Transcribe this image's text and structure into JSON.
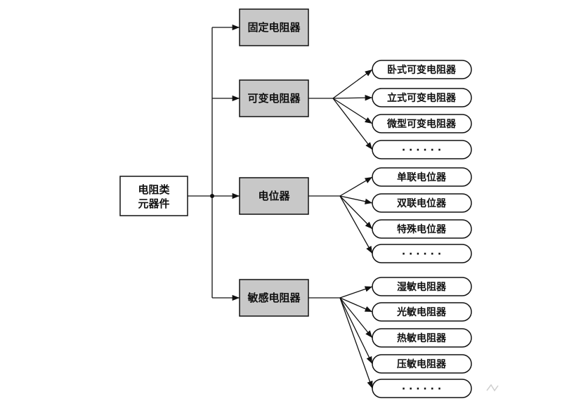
{
  "root": {
    "lines": [
      "电阻类",
      "元器件"
    ]
  },
  "categories": {
    "fixed": "固定电阻器",
    "variable": "可变电阻器",
    "potentiometer": "电位器",
    "sensitive": "敏感电阻器"
  },
  "leaves": {
    "variable": [
      "卧式可变电阻器",
      "立式可变电阻器",
      "微型可变电阻器",
      "· · · · · ·"
    ],
    "potentiometer": [
      "单联电位器",
      "双联电位器",
      "特殊电位器",
      "· · · · · ·"
    ],
    "sensitive": [
      "湿敏电阻器",
      "光敏电阻器",
      "热敏电阻器",
      "压敏电阻器",
      "· · · · · ·"
    ]
  },
  "colors": {
    "category_fill": "#c8c8c8",
    "stroke": "#111111"
  }
}
